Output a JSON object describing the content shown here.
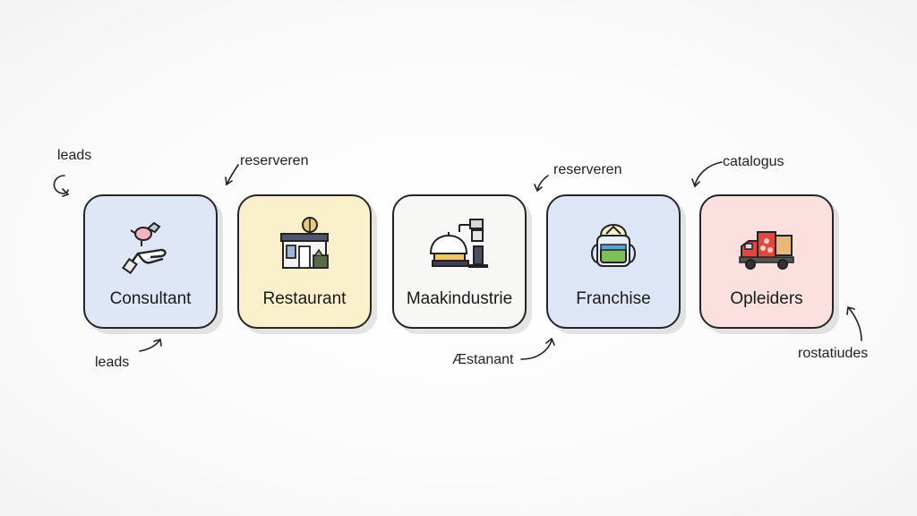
{
  "cards": [
    {
      "label": "Consultant",
      "color": "#dfe7f6",
      "icon": "hand-icon"
    },
    {
      "label": "Restaurant",
      "color": "#fbf0cc",
      "icon": "storefront-icon"
    },
    {
      "label": "Maakindustrie",
      "color": "#f7f7f5",
      "icon": "industry-icon"
    },
    {
      "label": "Franchise",
      "color": "#dde6f6",
      "icon": "backpack-icon"
    },
    {
      "label": "Opleiders",
      "color": "#fbe0df",
      "icon": "truck-icon"
    }
  ],
  "annotations": {
    "leads_top": "leads",
    "leads_bottom": "leads",
    "reserveren_1": "reserveren",
    "reserveren_2": "reserveren",
    "catalogus": "catalogus",
    "rostaurant": "Æstanant",
    "rostatiudes": "rostatiudes"
  }
}
